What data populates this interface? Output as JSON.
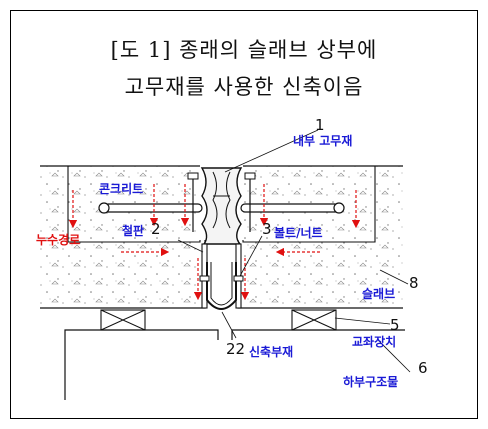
{
  "title": {
    "line1": "[도 1] 종래의 슬래브 상부에",
    "line2": "고무재를 사용한 신축이음"
  },
  "labels": {
    "n1": "1",
    "inner_rubber": "내부 고무재",
    "concrete": "콘크리트",
    "leak_path": "누수경로",
    "steel_plate": "철판",
    "n2": "2",
    "n3": "3",
    "bolt_nut": "볼트/너트",
    "slab": "슬래브",
    "n8": "8",
    "n5": "5",
    "n22": "22",
    "expansion_member": "신축부재",
    "bearing": "교좌장치",
    "n6": "6",
    "substructure": "하부구조물"
  },
  "colors": {
    "label_blue": "#1a1ad6",
    "leak_red": "#e01010",
    "line": "#111111"
  }
}
